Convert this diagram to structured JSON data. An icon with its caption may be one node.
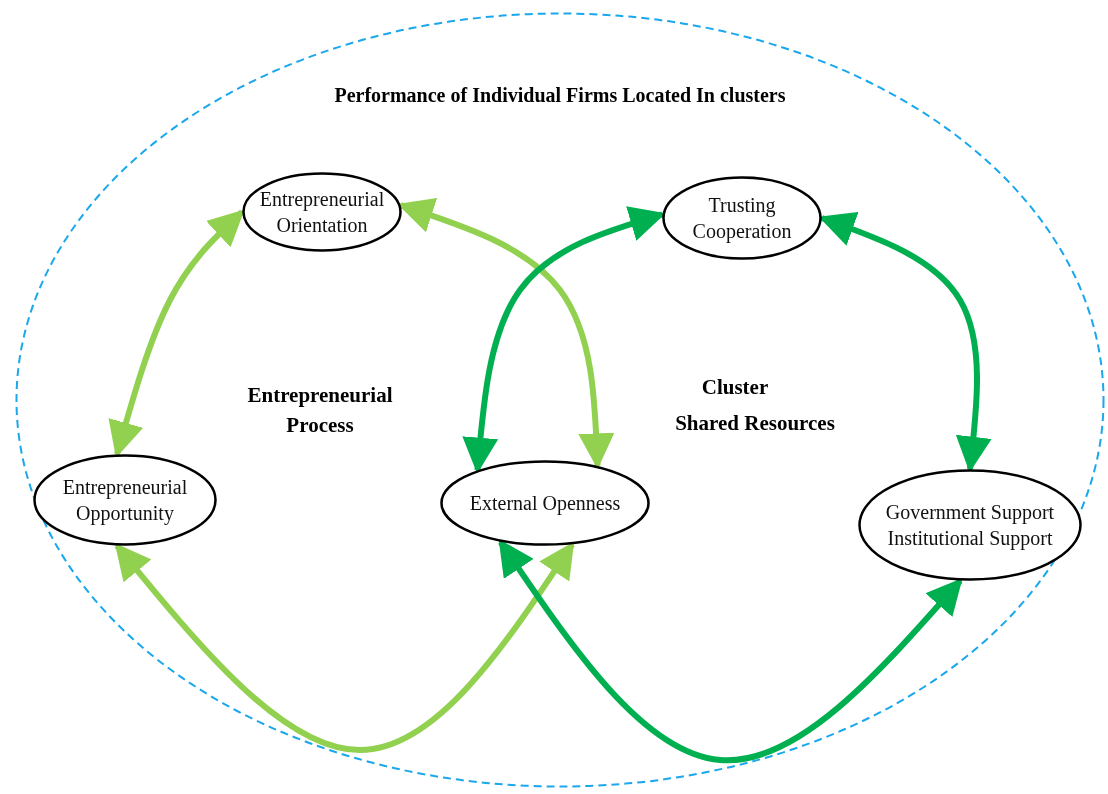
{
  "diagram": {
    "nodes": [
      {
        "text": [
          "Performance of Individual Firms Located In clusters"
        ]
      },
      {
        "text": [
          "Entrepreneurial Orientation"
        ],
        "in": 0
      },
      {
        "text": [
          "Trusting Cooperation"
        ],
        "in": 0
      },
      {
        "text": [
          "Entrepreneurial Opportunity"
        ],
        "in": 0
      },
      {
        "text": [
          "External Openness"
        ],
        "in": 0
      },
      {
        "text": [
          "Government Support Institutional Support"
        ],
        "in": 0
      }
    ],
    "edges": [
      {
        "from": 1,
        "to": 3,
        "arrow": "both",
        "color": "#92d050"
      },
      {
        "from": 1,
        "to": 4,
        "arrow": "both",
        "color": "#92d050"
      },
      {
        "from": 3,
        "to": 4,
        "arrow": "both",
        "color": "#92d050"
      },
      {
        "from": 2,
        "to": 4,
        "arrow": "both",
        "color": "#00b050"
      },
      {
        "from": 2,
        "to": 5,
        "arrow": "both",
        "color": "#00b050"
      },
      {
        "from": 4,
        "to": 5,
        "arrow": "both",
        "color": "#00b050"
      }
    ],
    "labels": [
      "Entrepreneurial Process",
      "Cluster",
      "Shared Resources"
    ]
  }
}
